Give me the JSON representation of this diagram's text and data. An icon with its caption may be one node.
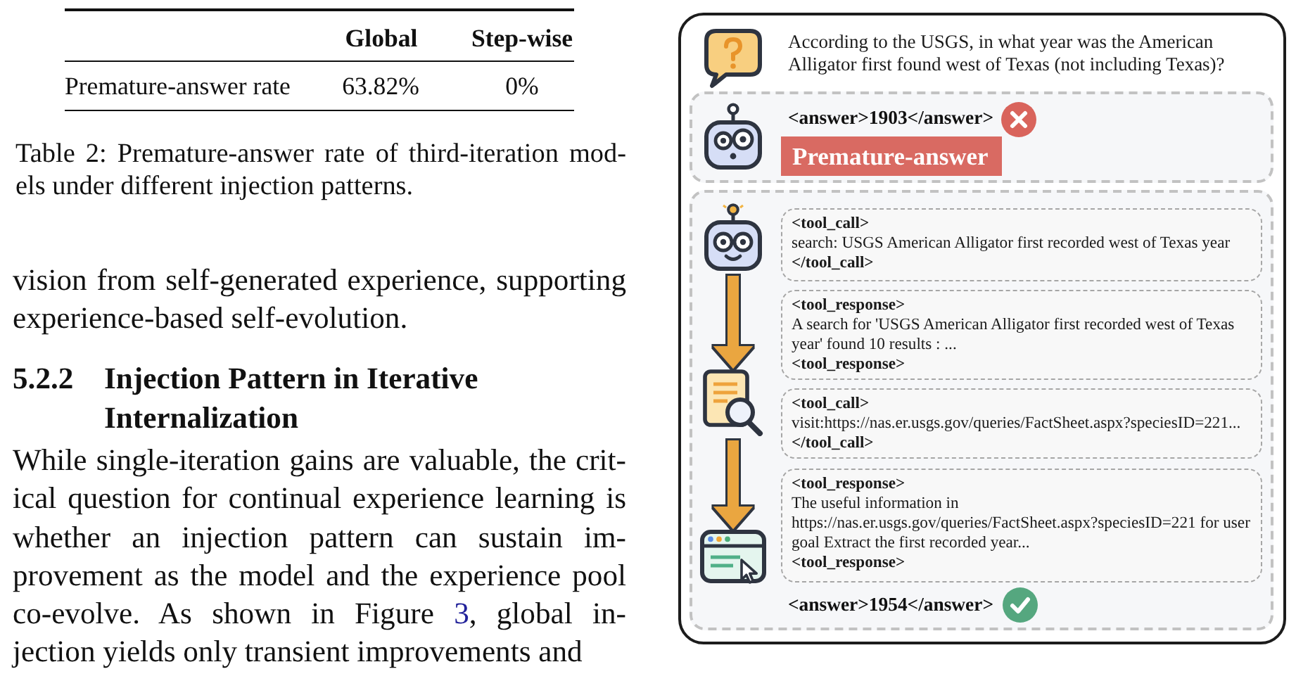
{
  "diagram": {
    "nodes": [
      {
        "text": [
          "According to the USGS, in what year was the American Alligator first found west of Texas (not including Texas)?"
        ]
      },
      {
        "text": [
          "<answer>1903</answer>"
        ],
        "in": 0
      },
      {
        "text": [
          "Premature-answer"
        ],
        "in": 1
      },
      {
        "text": [
          "<answer>1954</answer>"
        ],
        "in": 0
      },
      {
        "text": [],
        "shape": "picture",
        "in": 3
      },
      {
        "text": [
          "<tool_call>",
          "search: USGS American Alligator first recorded west of Texas year",
          "</tool_call>"
        ],
        "in": 3
      },
      {
        "text": [
          "<tool_response>",
          "A search for 'USGS American Alligator first recorded west of Texas year' found 10 results : ...",
          "<tool_response>"
        ],
        "in": 3
      },
      {
        "text": [],
        "shape": "picture",
        "in": 3
      },
      {
        "text": [
          "<tool_call>",
          "visit:https://nas.er.usgs.gov/queries/FactSheet.aspx?speciesID=221...",
          "</tool_call>"
        ],
        "in": 3
      },
      {
        "text": [
          "<tool_response>",
          "The useful information in https://nas.er.usgs.gov/queries/FactSheet.aspx?speciesID=221 for user goal Extract the first recorded year...",
          "<tool_response>"
        ],
        "in": 3
      },
      {
        "text": [],
        "shape": "picture",
        "in": 3
      }
    ],
    "edges": [
      {
        "from": 4,
        "to": 7,
        "arrow": "to"
      },
      {
        "from": 7,
        "to": 10,
        "arrow": "to"
      }
    ],
    "labels": [
      "Global",
      "Step-wise",
      "Premature-answer rate",
      "63.82%",
      "0%",
      "Table 2: Premature-answer rate of third-iteration mod- els under different injection patterns.",
      "vision from self-generated experience, supporting experience-based self-evolution.",
      "5.2.2",
      "Injection Pattern in Iterative Internalization",
      "While single-iteration gains are valuable, the crit- ical question for continual experience learning is whether an injection pattern can sustain im- provement as the model and the experience pool co-evolve. As shown in Figure",
      "3",
      ", global in- jection yields only transient improvements and"
    ]
  }
}
